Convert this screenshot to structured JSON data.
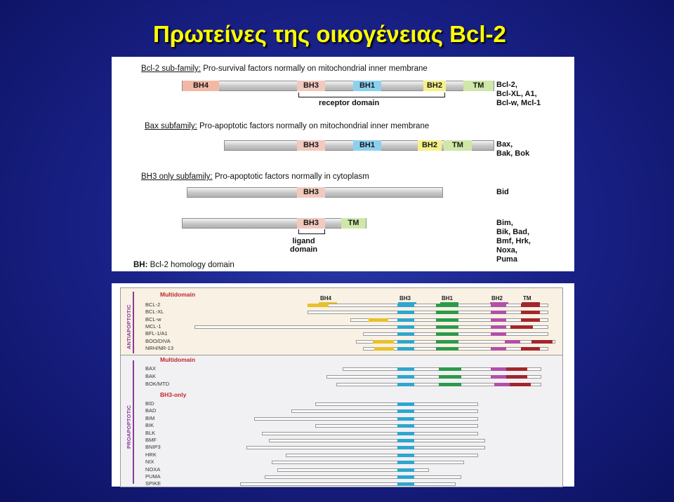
{
  "title": "Πρωτείνες της οικογένειας Bcl-2",
  "top": {
    "bcl2": {
      "heading_u": "Bcl-2 sub-family:",
      "heading_rest": " Pro-survival factors normally on mitochondrial inner membrane",
      "domains": [
        "BH4",
        "BH3",
        "BH1",
        "BH2",
        "TM"
      ],
      "receptor_label": "receptor domain",
      "members": "Bcl-2,\nBcl-XL, A1,\nBcl-w, Mcl-1"
    },
    "bax": {
      "heading_u": "Bax subfamily:",
      "heading_rest": " Pro-apoptotic factors normally on mitochondrial inner membrane",
      "domains": [
        "BH3",
        "BH1",
        "BH2",
        "TM"
      ],
      "members": "Bax,\nBak, Bok"
    },
    "bh3": {
      "heading_u": "BH3 only subfamily:",
      "heading_rest": " Pro-apoptotic factors normally in cytoplasm",
      "domain_a": "BH3",
      "members_a": "Bid",
      "domains_b": [
        "BH3",
        "TM"
      ],
      "ligand_label": "ligand\ndomain",
      "members_b": "Bim,\nBik, Bad,\nBmf, Hrk,\nNoxa,\nPuma"
    },
    "footnote_bold": "BH:",
    "footnote_rest": " Bcl-2 homology domain"
  },
  "bottom": {
    "anti_side": "ANTIAPOPTOTIC",
    "pro_side": "PROAPOPTOTIC",
    "anti_sub": "Multidomain",
    "pro_sub": "Multidomain",
    "bh3_sub": "BH3-only",
    "col_headers": [
      "BH4",
      "BH3",
      "BH1",
      "BH2",
      "TM"
    ],
    "anti_rows": [
      "BCL-2",
      "BCL-XL",
      "BCL-w",
      "MCL-1",
      "BFL-1/A1",
      "BOO/DIVA",
      "NRH/NR-13"
    ],
    "pro_multi_rows": [
      "BAX",
      "BAK",
      "BOK/MTD"
    ],
    "bh3_rows": [
      "BID",
      "BAD",
      "BIM",
      "BIK",
      "BLK",
      "BMF",
      "BNIP3",
      "HRK",
      "NIX",
      "NOXA",
      "PUMA",
      "SPIKE"
    ]
  },
  "colors": {
    "bh4": "#f2b8a6",
    "bh3": "#f1c9bf",
    "bh1": "#8dd0ee",
    "bh2": "#f5f08a",
    "tm": "#cfe7a9",
    "yellow": "#e8c12a",
    "blue": "#2ea6cf",
    "green": "#2c9a4a",
    "purple": "#b24fa8",
    "red": "#a2262c"
  }
}
